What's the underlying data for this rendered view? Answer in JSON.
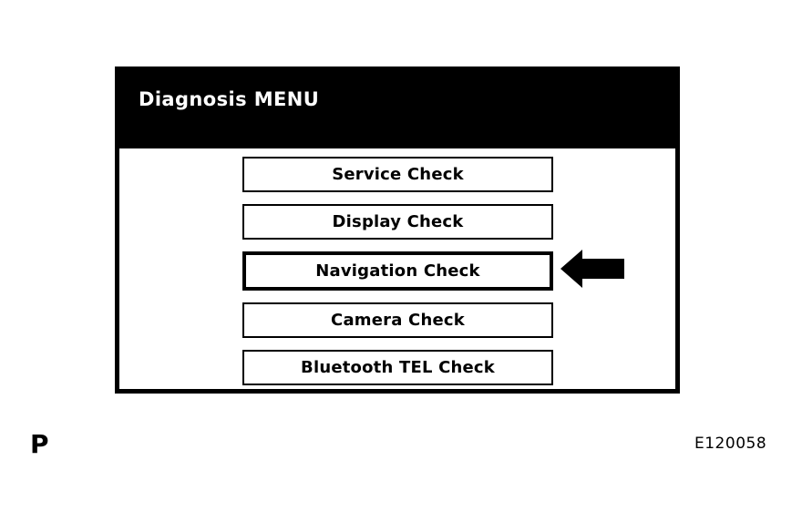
{
  "display": {
    "title": "Diagnosis MENU",
    "title_bar_color": "#000000",
    "title_text_color": "#ffffff",
    "body_background": "#ffffff",
    "frame_color": "#000000",
    "menu_items": [
      {
        "label": "Service Check",
        "selected": false
      },
      {
        "label": "Display Check",
        "selected": false
      },
      {
        "label": "Navigation Check",
        "selected": true
      },
      {
        "label": "Camera Check",
        "selected": false
      },
      {
        "label": "Bluetooth TEL Check",
        "selected": false
      }
    ]
  },
  "annotation": {
    "arrow_icon": "arrow-left-icon",
    "arrow_color": "#000000",
    "points_at": "Navigation Check"
  },
  "footer": {
    "page_mark": "P",
    "figure_code": "E120058"
  }
}
